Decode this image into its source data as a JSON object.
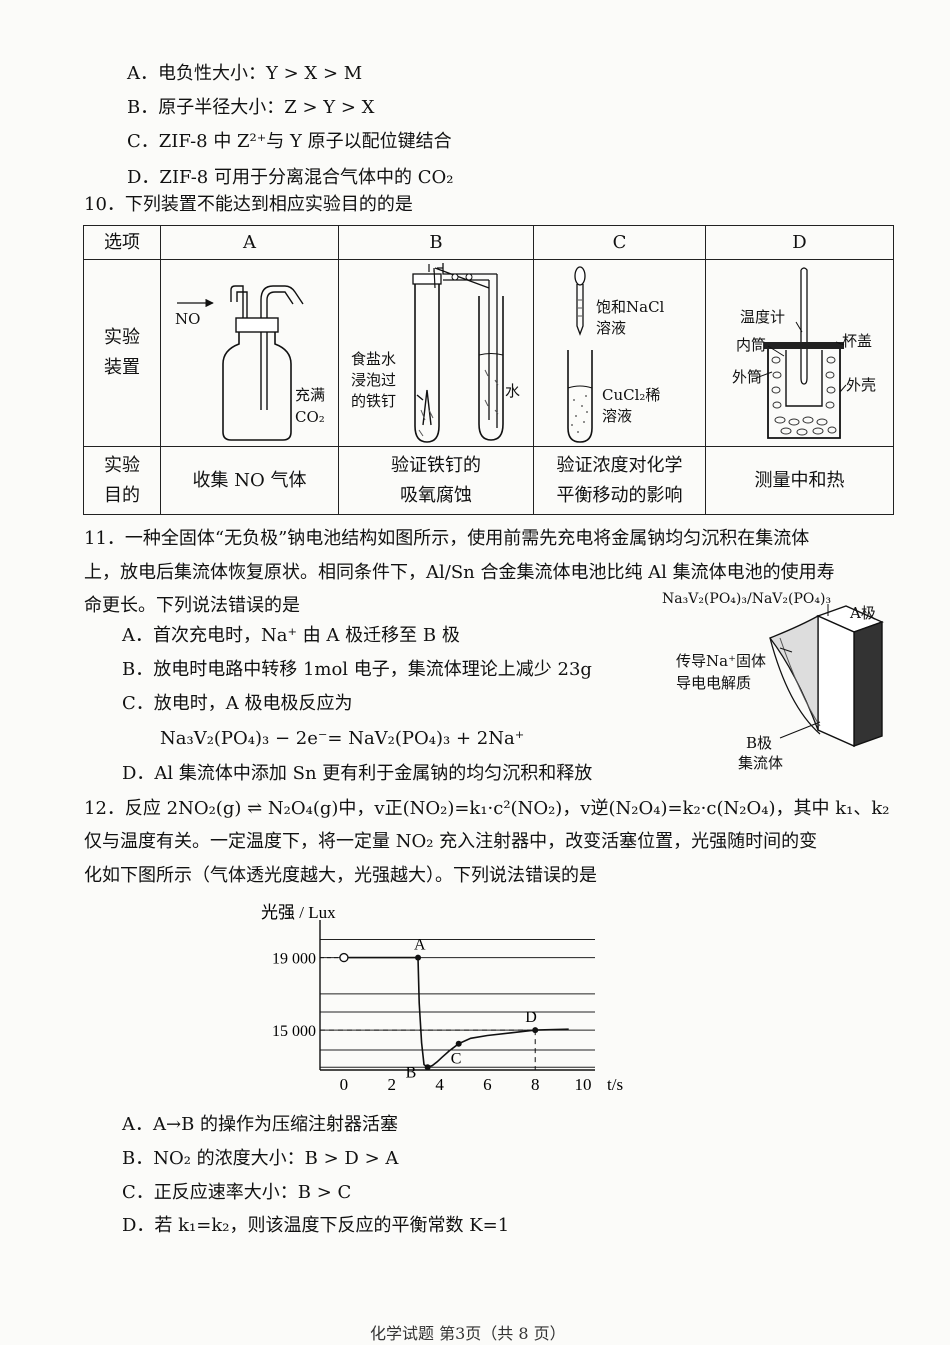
{
  "q9_options": [
    "A．电负性大小：Y > X > M",
    "B．原子半径大小：Z > Y > X",
    "C．ZIF-8 中 Z²⁺与 Y 原子以配位键结合",
    "D．ZIF-8 可用于分离混合气体中的 CO₂"
  ],
  "q10": {
    "stem": "10．下列装置不能达到相应实验目的的是",
    "headers": [
      "选项",
      "A",
      "B",
      "C",
      "D"
    ],
    "row_device": "实验装置",
    "row_device_l1": "实验",
    "row_device_l2": "装置",
    "row_purpose_l1": "实验",
    "row_purpose_l2": "目的",
    "purposes": {
      "a": "收集 NO 气体",
      "b1": "验证铁钉的",
      "b2": "吸氧腐蚀",
      "c1": "验证浓度对化学",
      "c2": "平衡移动的影响",
      "d": "测量中和热"
    },
    "a_labels": {
      "gas": "NO",
      "fill1": "充满",
      "fill2": "CO₂"
    },
    "b_labels": {
      "l1": "食盐水",
      "l2": "浸泡过",
      "l3": "的铁钉",
      "water": "水"
    },
    "c_labels": {
      "top1": "饱和NaCl",
      "top2": "溶液",
      "bot1": "CuCl₂稀",
      "bot2": "溶液"
    },
    "d_labels": {
      "thermo": "温度计",
      "inner": "内筒",
      "outer": "外筒",
      "lid": "杯盖",
      "shell": "外壳"
    }
  },
  "q11": {
    "stem1": "11．一种全固体“无负极”钠电池结构如图所示，使用前需先充电将金属钠均匀沉积在集流体",
    "stem2": "上，放电后集流体恢复原状。相同条件下，Al/Sn 合金集流体电池比纯 Al 集流体电池的使用寿",
    "stem3": "命更长。下列说法错误的是",
    "opt_a": "A．首次充电时，Na⁺ 由 A 极迁移至 B 极",
    "opt_b": "B．放电时电路中转移 1mol 电子，集流体理论上减少 23g",
    "opt_c": "C．放电时，A 极电极反应为",
    "opt_c_eq": "Na₃V₂(PO₄)₃ − 2e⁻= NaV₂(PO₄)₃ + 2Na⁺",
    "opt_d": "D．Al 集流体中添加 Sn 更有利于金属钠的均匀沉积和释放",
    "fig": {
      "top": "Na₃V₂(PO₄)₃/NaV₂(PO₄)₃",
      "a_pole": "A极",
      "elec1": "传导Na⁺固体",
      "elec2": "导电电解质",
      "b1": "B极",
      "b2": "集流体"
    }
  },
  "q12": {
    "stem1": "12．反应 2NO₂(g) ⇌ N₂O₄(g)中，v正(NO₂)=k₁·c²(NO₂)，v逆(N₂O₄)=k₂·c(N₂O₄)，其中 k₁、k₂",
    "stem2": "仅与温度有关。一定温度下，将一定量 NO₂ 充入注射器中，改变活塞位置，光强随时间的变",
    "stem3": "化如下图所示（气体透光度越大，光强越大）。下列说法错误的是",
    "opt_a": "A．A→B 的操作为压缩注射器活塞",
    "opt_b": "B．NO₂ 的浓度大小：B > D > A",
    "opt_c": "C．正反应速率大小：B > C",
    "opt_d": "D．若 k₁=k₂，则该温度下反应的平衡常数 K=1"
  },
  "chart_data": {
    "type": "line",
    "ylabel": "光强 / Lux",
    "xlabel": "t/s",
    "x_ticks": [
      0,
      2,
      4,
      6,
      8,
      10
    ],
    "y_ticks": [
      15000,
      19000
    ],
    "y_tick_labels": [
      "15 000",
      "19 000"
    ],
    "x_tick_labels": [
      "0",
      "2",
      "4",
      "6",
      "8",
      "10"
    ],
    "xlim": [
      -1,
      10.5
    ],
    "ylim": [
      12800,
      20300
    ],
    "grid": true,
    "series": [
      {
        "x": [
          0,
          3.1,
          3.15,
          3.25,
          3.35,
          3.5,
          3.7,
          3.9,
          4.1,
          4.4,
          4.8,
          5.3,
          6,
          7,
          8,
          9.4
        ],
        "values": [
          19000,
          19000,
          16500,
          14300,
          13100,
          12950,
          13050,
          13250,
          13500,
          13850,
          14250,
          14550,
          14700,
          14850,
          15000,
          15050
        ]
      }
    ],
    "points": [
      {
        "label": "A",
        "x": 3.1,
        "y": 19000
      },
      {
        "label": "B",
        "x": 3.5,
        "y": 12950
      },
      {
        "label": "C",
        "x": 4.8,
        "y": 14250
      },
      {
        "label": "D",
        "x": 8,
        "y": 15000
      }
    ]
  },
  "footer": "化学试题   第3页（共 8 页）"
}
